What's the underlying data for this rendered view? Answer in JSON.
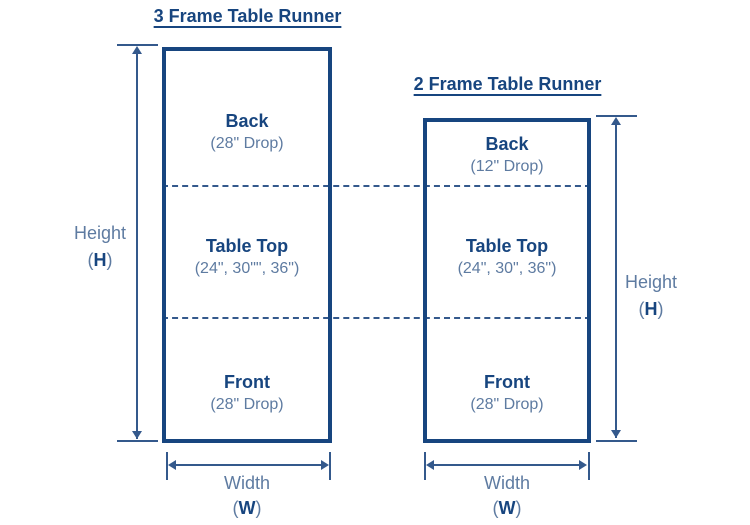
{
  "colors": {
    "navy": "#17457f",
    "muted": "#5e7ba1",
    "line": "#34598c"
  },
  "left_diagram": {
    "title": "3 Frame Table Runner",
    "sections": [
      {
        "label": "Back",
        "detail": "(28\" Drop)"
      },
      {
        "label": "Table Top",
        "detail": "(24\", 30\"\", 36\")"
      },
      {
        "label": "Front",
        "detail": "(28\" Drop)"
      }
    ]
  },
  "right_diagram": {
    "title": "2 Frame Table Runner",
    "sections": [
      {
        "label": "Back",
        "detail": "(12\" Drop)"
      },
      {
        "label": "Table Top",
        "detail": "(24\", 30\", 36\")"
      },
      {
        "label": "Front",
        "detail": "(28\" Drop)"
      }
    ]
  },
  "dimension_labels": {
    "height": {
      "word": "Height",
      "open": "(",
      "letter": "H",
      "close": ")"
    },
    "width": {
      "word": "Width",
      "open": "(",
      "letter": "W",
      "close": ")"
    }
  }
}
